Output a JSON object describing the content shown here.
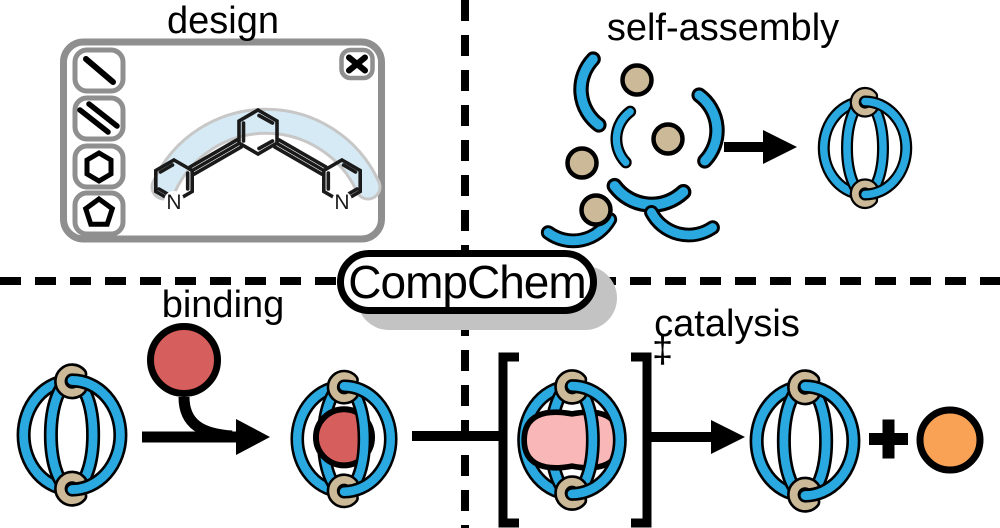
{
  "center_label": "CompChem",
  "quadrants": {
    "design": {
      "label": "design",
      "window": {
        "toolbar_tools": [
          {
            "name": "bond-tool",
            "icon": "single-line-icon"
          },
          {
            "name": "double-bond-tool",
            "icon": "double-line-icon"
          },
          {
            "name": "hexagon-ring-tool",
            "icon": "hexagon-icon"
          },
          {
            "name": "pentagon-ring-tool",
            "icon": "pentagon-icon"
          }
        ],
        "close_icon": "x-icon",
        "molecule": {
          "atom_labels": [
            "N",
            "N"
          ]
        }
      }
    },
    "self_assembly": {
      "label": "self-assembly",
      "ligand_arc_count": 6,
      "metal_ion_count": 4
    },
    "binding": {
      "label": "binding"
    },
    "catalysis": {
      "label": "catalysis",
      "ts_symbol": "‡",
      "plus_icon": "plus-icon"
    }
  },
  "colors": {
    "ink": "#000000",
    "blue": "#29A9E0",
    "tan": "#CBB997",
    "red": "#D65F5E",
    "pink": "#F9B7B8",
    "orange": "#F9A256",
    "uigray": "#8F8F8F",
    "shadow": "#C3C3C3",
    "hlblue": "#D6EAF5",
    "hlgray": "#C7C7C7"
  }
}
